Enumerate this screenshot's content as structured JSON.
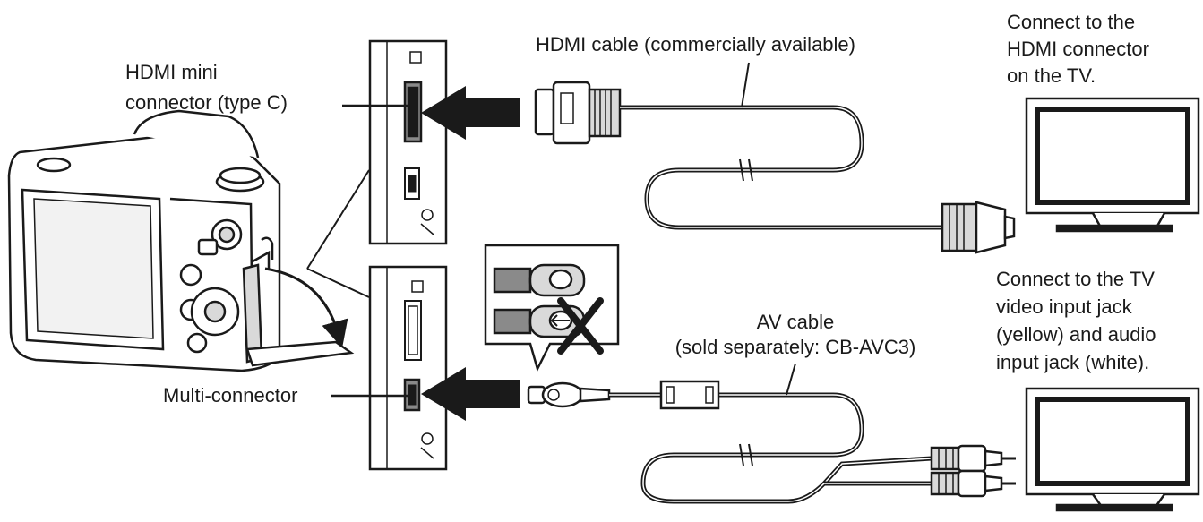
{
  "labels": {
    "hdmi_mini_connector": "HDMI mini\nconnector (type C)",
    "multi_connector": "Multi-connector",
    "hdmi_cable": "HDMI cable (commercially available)",
    "av_cable": "AV cable\n(sold separately: CB-AVC3)",
    "connect_hdmi_tv": "Connect to the\nHDMI connector\non the TV.",
    "connect_av_tv": "Connect to the TV\nvideo input jack\n(yellow) and audio\ninput jack (white)."
  },
  "colors": {
    "line": "#1a1a1a",
    "fill_light": "#ffffff",
    "fill_gray": "#d9d9d9",
    "fill_dark": "#8a8a8a"
  },
  "icons": {
    "wrong_orientation": "x-mark-icon",
    "insert_direction": "arrow-right-icon"
  }
}
